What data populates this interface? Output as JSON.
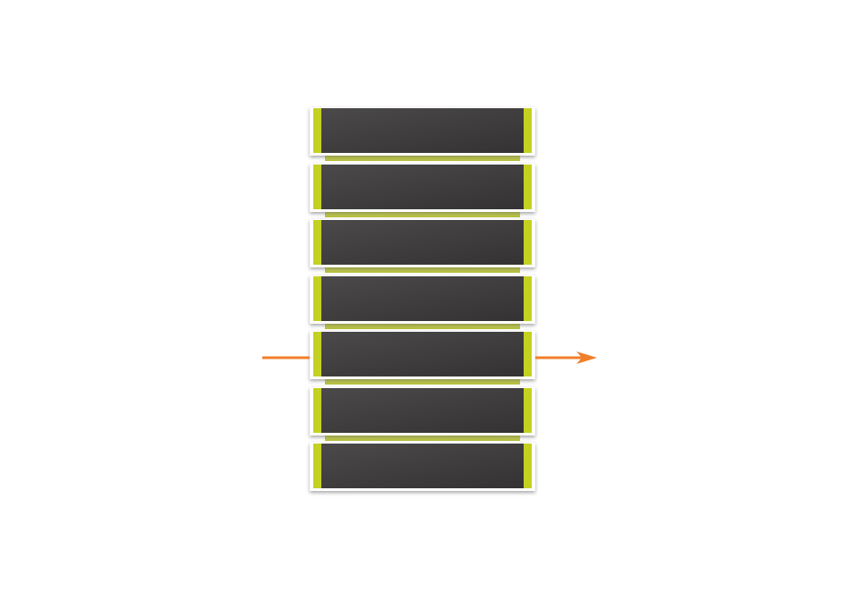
{
  "diagram": {
    "block_count": 7,
    "highlighted_block_index": 4,
    "colors": {
      "block_fill": "#413e3f",
      "accent_strip": "#c4d022",
      "connector": "#c8d050",
      "arrow": "#f07f2a",
      "frame": "#ffffff"
    },
    "icons": {
      "input_arrow": "line",
      "output_arrow": "arrow-right-icon"
    }
  }
}
